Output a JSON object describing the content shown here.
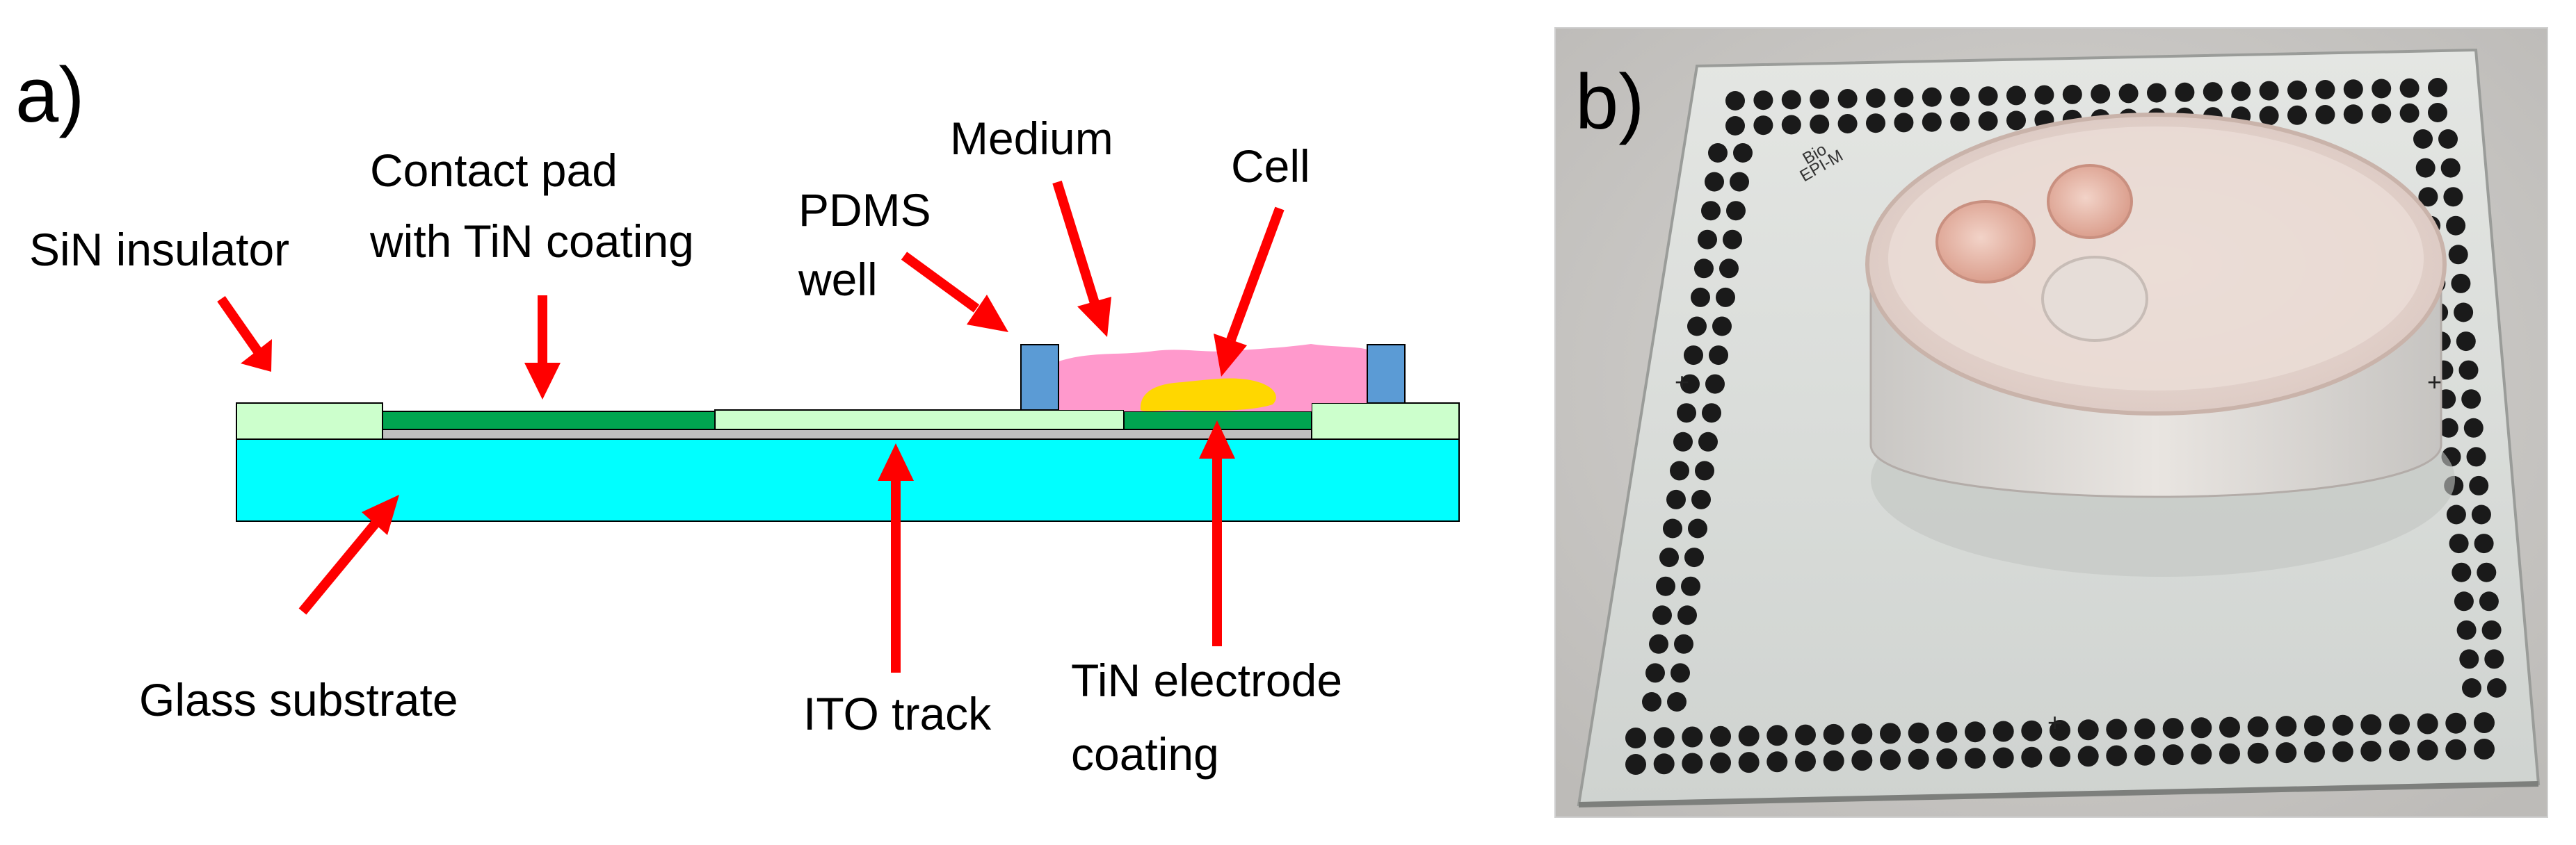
{
  "panel_a": {
    "letter": "a)",
    "labels": {
      "sin_insulator": "SiN insulator",
      "contact_pad_line1": "Contact pad",
      "contact_pad_line2": "with TiN coating",
      "pdms_line1": "PDMS",
      "pdms_line2": "well",
      "medium": "Medium",
      "cell": "Cell",
      "glass_substrate": "Glass substrate",
      "ito_track": "ITO track",
      "tin_electrode_line1": "TiN electrode",
      "tin_electrode_line2": "coating"
    },
    "colors": {
      "arrow": "#ff0000",
      "glass": "#00ffff",
      "sin": "#ccffcc",
      "tin": "#00a550",
      "ito": "#bfbfbf",
      "pdms": "#5b9bd5",
      "medium": "#ff99cc",
      "cell": "#ffd700"
    }
  },
  "panel_b": {
    "letter": "b)",
    "photo_text": {
      "corner_mark": "+",
      "chip_label_1": "Bio",
      "chip_label_2": "EPI-M"
    }
  }
}
